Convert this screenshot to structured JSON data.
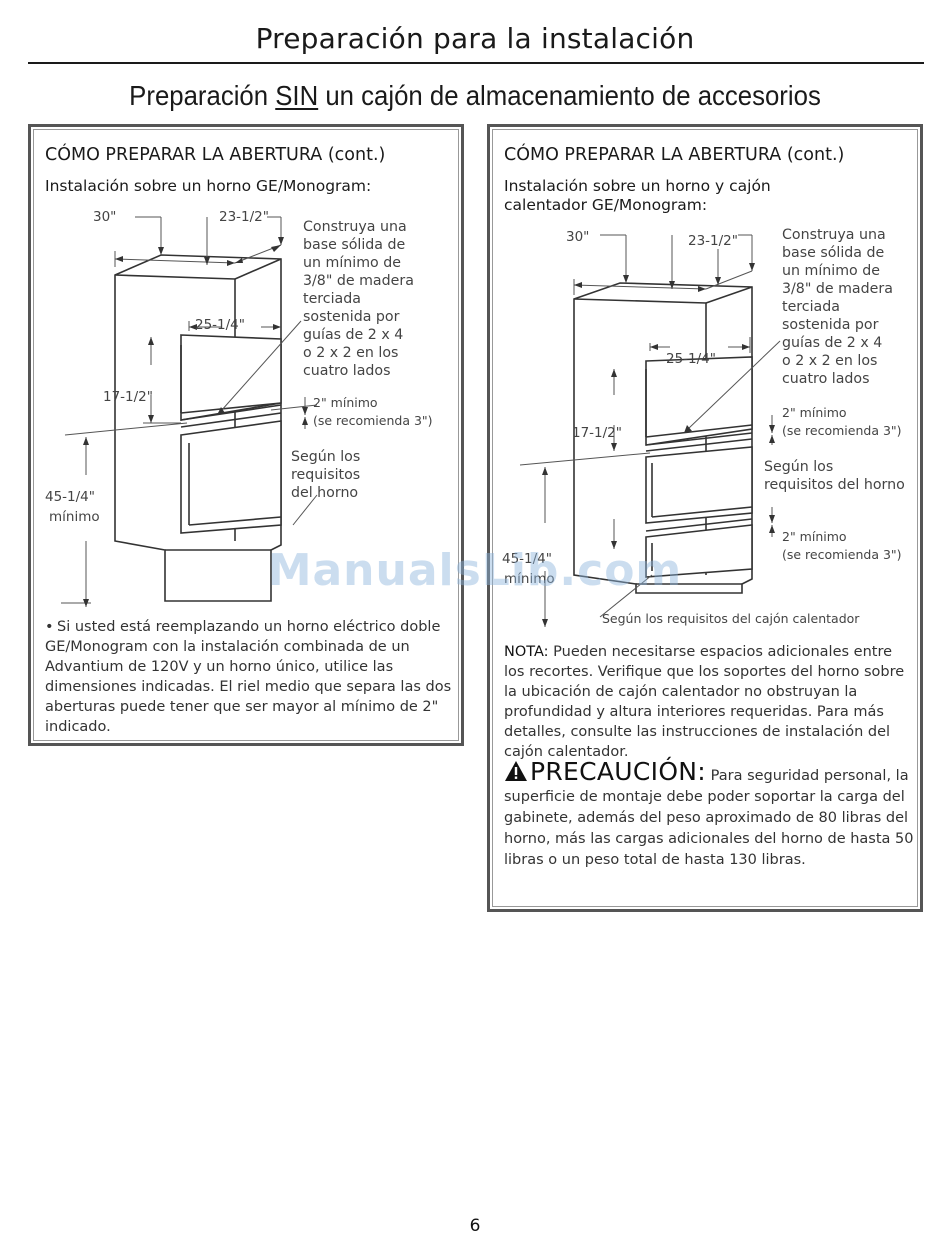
{
  "header": {
    "title": "Preparación para la instalación",
    "subtitle_pre": "Preparación ",
    "subtitle_emph": "SIN",
    "subtitle_post": " un cajón de almacenamiento de accesorios"
  },
  "left_panel": {
    "heading": "CÓMO PREPARAR LA ABERTURA (cont.)",
    "subheading": "Instalación sobre un horno GE/Monogram:",
    "diagram": {
      "width": "30\"",
      "depth": "23-1/2\"",
      "inner_width": "25-1/4\"",
      "opening_height": "17-1/2\"",
      "base_height": "45-1/4\"",
      "base_height_note": "mínimo",
      "plywood_note": [
        "Construya una",
        "base sólida de",
        "un mínimo de",
        "3/8\" de madera",
        "terciada",
        "sostenida por",
        "guías de 2 x 4",
        "o 2 x 2 en los",
        "cuatro lados"
      ],
      "gap_min": "2\" mínimo",
      "gap_rec": "(se recomienda 3\")",
      "oven_req": [
        "Según los",
        "requisitos",
        "del horno"
      ]
    },
    "bullet": "Si usted está reemplazando un horno eléctrico doble GE/Monogram con la instalación combinada de un Advantium de 120V y un horno único, utilice las dimensiones indicadas. El riel medio que separa las dos aberturas puede tener que ser mayor al mínimo de 2\" indicado."
  },
  "right_panel": {
    "heading": "CÓMO PREPARAR LA ABERTURA (cont.)",
    "subheading_1": "Instalación sobre un horno y cajón",
    "subheading_2": "calentador GE/Monogram:",
    "diagram": {
      "width": "30\"",
      "depth": "23-1/2\"",
      "inner_width": "25-1/4\"",
      "opening_height": "17-1/2\"",
      "base_height": "45-1/4\"",
      "base_height_note": "mínimo",
      "plywood_note": [
        "Construya una",
        "base sólida de",
        "un mínimo de",
        "3/8\" de madera",
        "terciada",
        "sostenida por",
        "guías de 2 x 4",
        "o 2 x 2 en los",
        "cuatro lados"
      ],
      "gap_min_1": "2\" mínimo",
      "gap_rec_1": "(se recomienda 3\")",
      "oven_req": [
        "Según los",
        "requisitos del horno"
      ],
      "gap_min_2": "2\" mínimo",
      "gap_rec_2": "(se recomienda 3\")",
      "drawer_req": "Según los requisitos del cajón calentador"
    },
    "nota_label": "NOTA:",
    "nota_text": " Pueden necesitarse espacios adicionales entre los recortes. Verifique que los soportes del horno sobre la ubicación de cajón calentador no obstruyan la profundidad y altura interiores requeridas. Para más detalles, consulte las instrucciones de instalación del cajón calentador.",
    "caution_head": "PRECAUCIÓN:",
    "caution_text": " Para seguridad personal, la superficie de montaje debe poder soportar la carga del gabinete, además del peso aproximado de 80 libras del horno, más las cargas adicionales del horno de hasta 50 libras o un peso total de hasta 130 libras."
  },
  "watermark": "ManualsLib.com",
  "page_number": "6"
}
